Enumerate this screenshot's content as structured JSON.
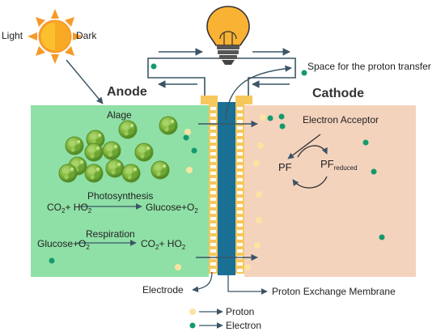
{
  "labels": {
    "light": "Light",
    "dark": "Dark",
    "anode": "Anode",
    "cathode": "Cathode",
    "space_for_proton_transfer": "Space for the proton transfer",
    "alage": "Alage",
    "photosynthesis": "Photosynthesis",
    "respiration": "Respiration",
    "electron_acceptor": "Electron Acceptor",
    "pf": "PF",
    "pf_reduced_main": "PF",
    "pf_reduced_sub": "reduced",
    "electrode": "Electrode",
    "proton_exchange_membrane": "Proton Exchange Membrane"
  },
  "equations": {
    "photo_left_co": "CO",
    "photo_left_2a": "2",
    "photo_left_plus_ho": "+ HO",
    "photo_left_2b": "2",
    "photo_right_glucose": "Glucose+O",
    "photo_right_2": "2",
    "resp_left_glucose": "Glucose+O",
    "resp_left_2": "2",
    "resp_right_co": "CO",
    "resp_right_2a": "2",
    "resp_right_plus_ho": "+ HO",
    "resp_right_2b": "2"
  },
  "legend": {
    "proton": "Proton",
    "electron": "Electron"
  },
  "colors": {
    "anode_fill": "#8fe0a6",
    "cathode_fill": "#f4d3bd",
    "membrane": "#1a6f95",
    "electrode": "#f6c75c",
    "proton": "#fbe3a2",
    "electron": "#139a6c",
    "sun": "#f9b233",
    "algae": "#8bc04a",
    "wire": "#3b5566"
  },
  "icons": {
    "sun": "sun-icon",
    "bulb": "light-bulb-icon",
    "algae": "algae-cell-icon"
  }
}
